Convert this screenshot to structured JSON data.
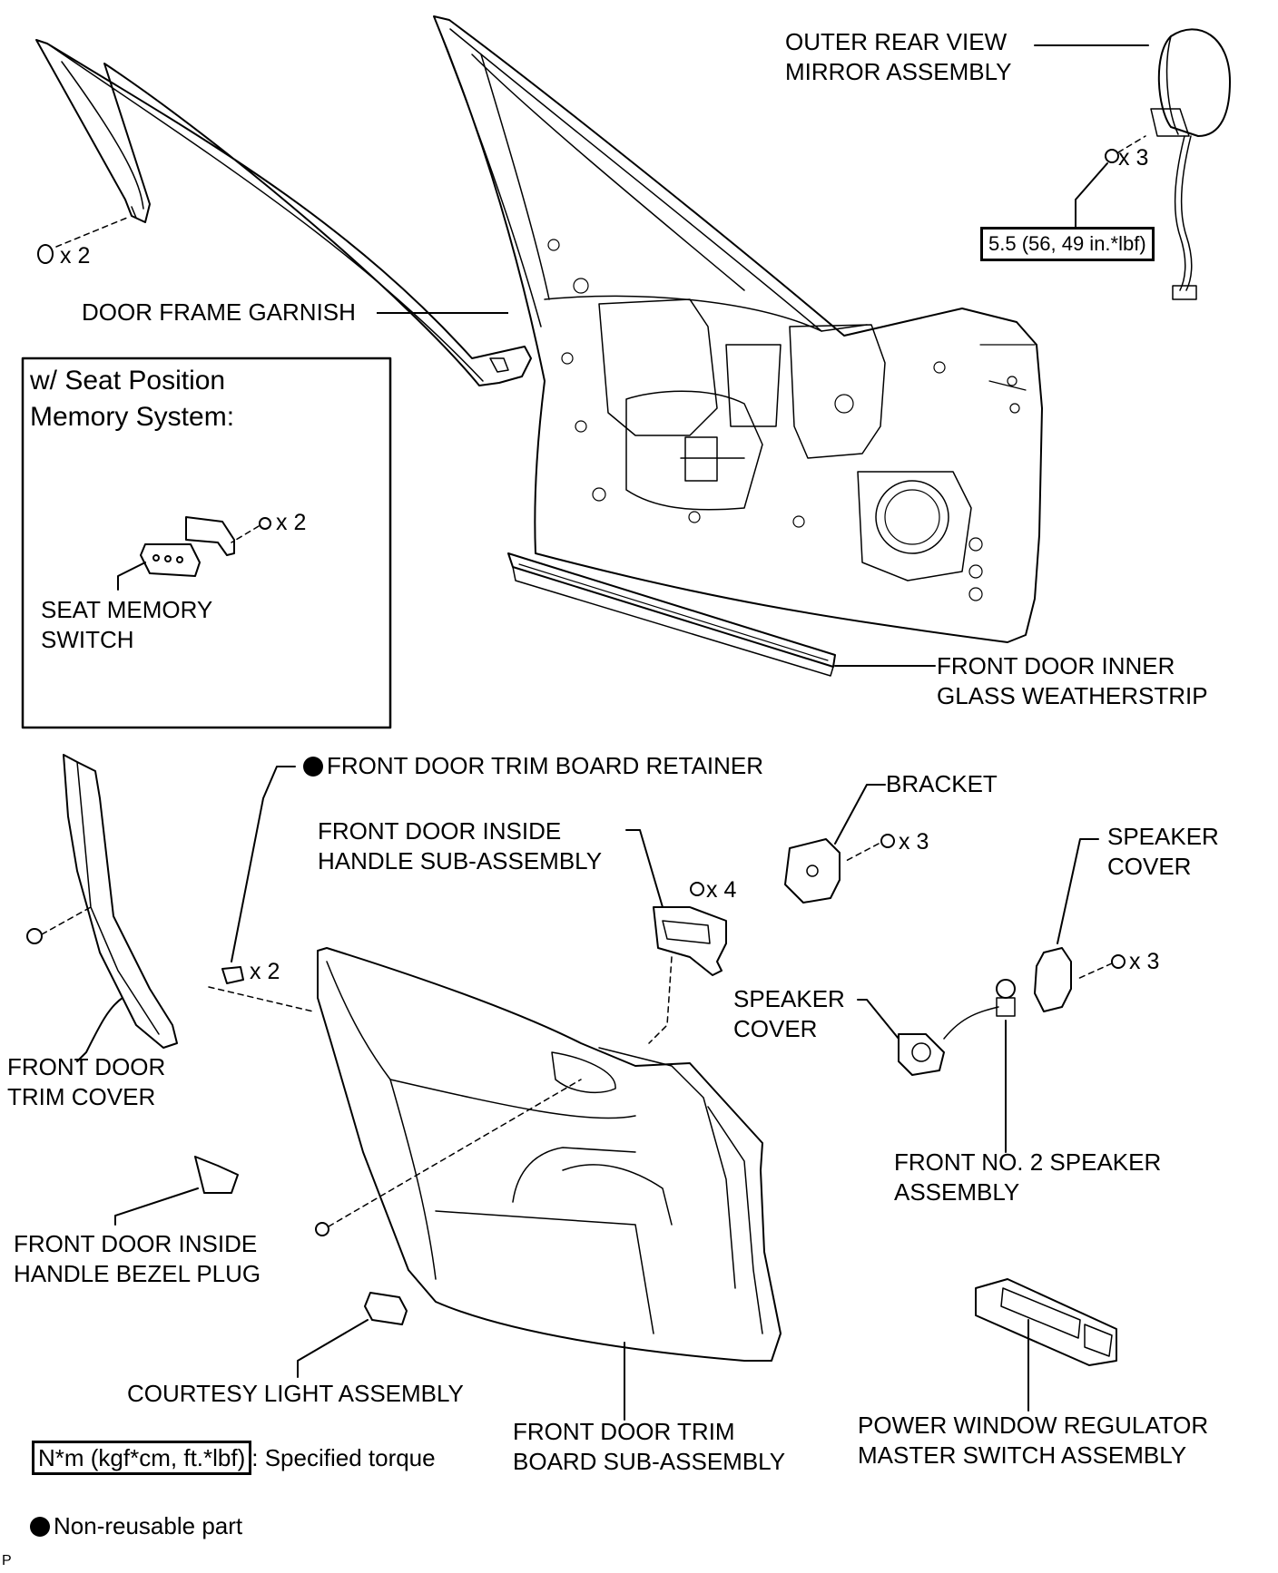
{
  "labels": {
    "outer_mirror": [
      "OUTER REAR VIEW",
      "MIRROR ASSEMBLY"
    ],
    "mirror_qty": "x 3",
    "mirror_torque": "5.5 (56, 49 in.*lbf)",
    "garnish_qty": "x 2",
    "door_frame_garnish": "DOOR FRAME GARNISH",
    "inset_title": [
      "w/ Seat Position",
      "Memory System:"
    ],
    "seat_switch_qty": "x 2",
    "seat_memory_switch": [
      "SEAT MEMORY",
      "SWITCH"
    ],
    "weatherstrip": [
      "FRONT DOOR INNER",
      "GLASS WEATHERSTRIP"
    ],
    "retainer": "FRONT DOOR TRIM BOARD RETAINER",
    "retainer_qty": "x 2",
    "bracket": "BRACKET",
    "bracket_qty": "x 3",
    "inside_handle": [
      "FRONT DOOR INSIDE",
      "HANDLE SUB-ASSEMBLY"
    ],
    "inside_handle_qty": "x 4",
    "speaker_cover_right": [
      "SPEAKER",
      "COVER"
    ],
    "speaker_cover_right_qty": "x 3",
    "speaker_cover_left": [
      "SPEAKER",
      "COVER"
    ],
    "trim_cover": [
      "FRONT DOOR",
      "TRIM COVER"
    ],
    "no2_speaker": [
      "FRONT NO. 2 SPEAKER",
      "ASSEMBLY"
    ],
    "bezel_plug": [
      "FRONT DOOR INSIDE",
      "HANDLE BEZEL PLUG"
    ],
    "courtesy_light": "COURTESY LIGHT ASSEMBLY",
    "trim_board": [
      "FRONT DOOR TRIM",
      "BOARD SUB-ASSEMBLY"
    ],
    "master_switch": [
      "POWER WINDOW REGULATOR",
      "MASTER SWITCH ASSEMBLY"
    ]
  },
  "legend": {
    "torque_unit": "N*m (kgf*cm, ft.*lbf)",
    "torque_text": ": Specified torque",
    "nonreusable_text": "Non-reusable part"
  },
  "corner_mark": "P"
}
